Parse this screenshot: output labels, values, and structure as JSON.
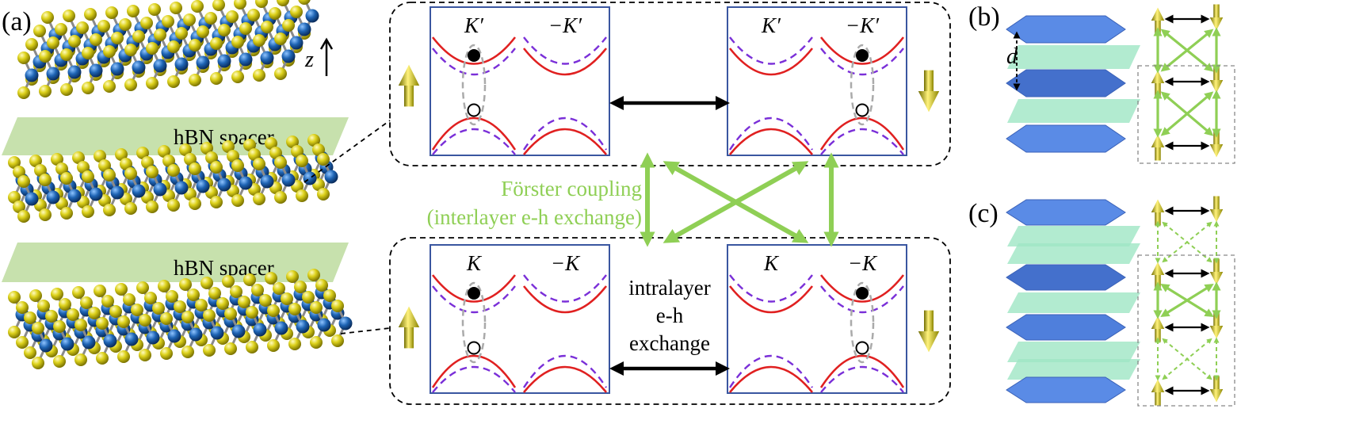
{
  "panels": {
    "a": "(a)",
    "b": "(b)",
    "c": "(c)"
  },
  "labels": {
    "z_axis": "z",
    "hbn_top": "hBN spacer",
    "hbn_bottom": "hBN spacer",
    "forster_line1": "Förster coupling",
    "forster_line2": "(interlayer e-h exchange)",
    "intralayer_line1": "intralayer",
    "intralayer_line2": "e-h",
    "intralayer_line3": "exchange",
    "d": "d"
  },
  "valleys": {
    "top_left_1": "K′",
    "top_left_2": "−K′",
    "top_right_1": "K′",
    "top_right_2": "−K′",
    "bottom_left_1": "K",
    "bottom_left_2": "−K",
    "bottom_right_1": "K",
    "bottom_right_2": "−K"
  },
  "colors": {
    "sulfur": "#d8cc1a",
    "metal": "#1e64b4",
    "hbn": "#bddc9f",
    "box_border": "#3a56a0",
    "band_solid": "#e02020",
    "band_dashed": "#7a2fd8",
    "green_arrow": "#8fcf55",
    "hexagon": "#4f7fdc",
    "spacer_plane": "#9fe6c4",
    "gold_arrow": "#c9c200"
  }
}
